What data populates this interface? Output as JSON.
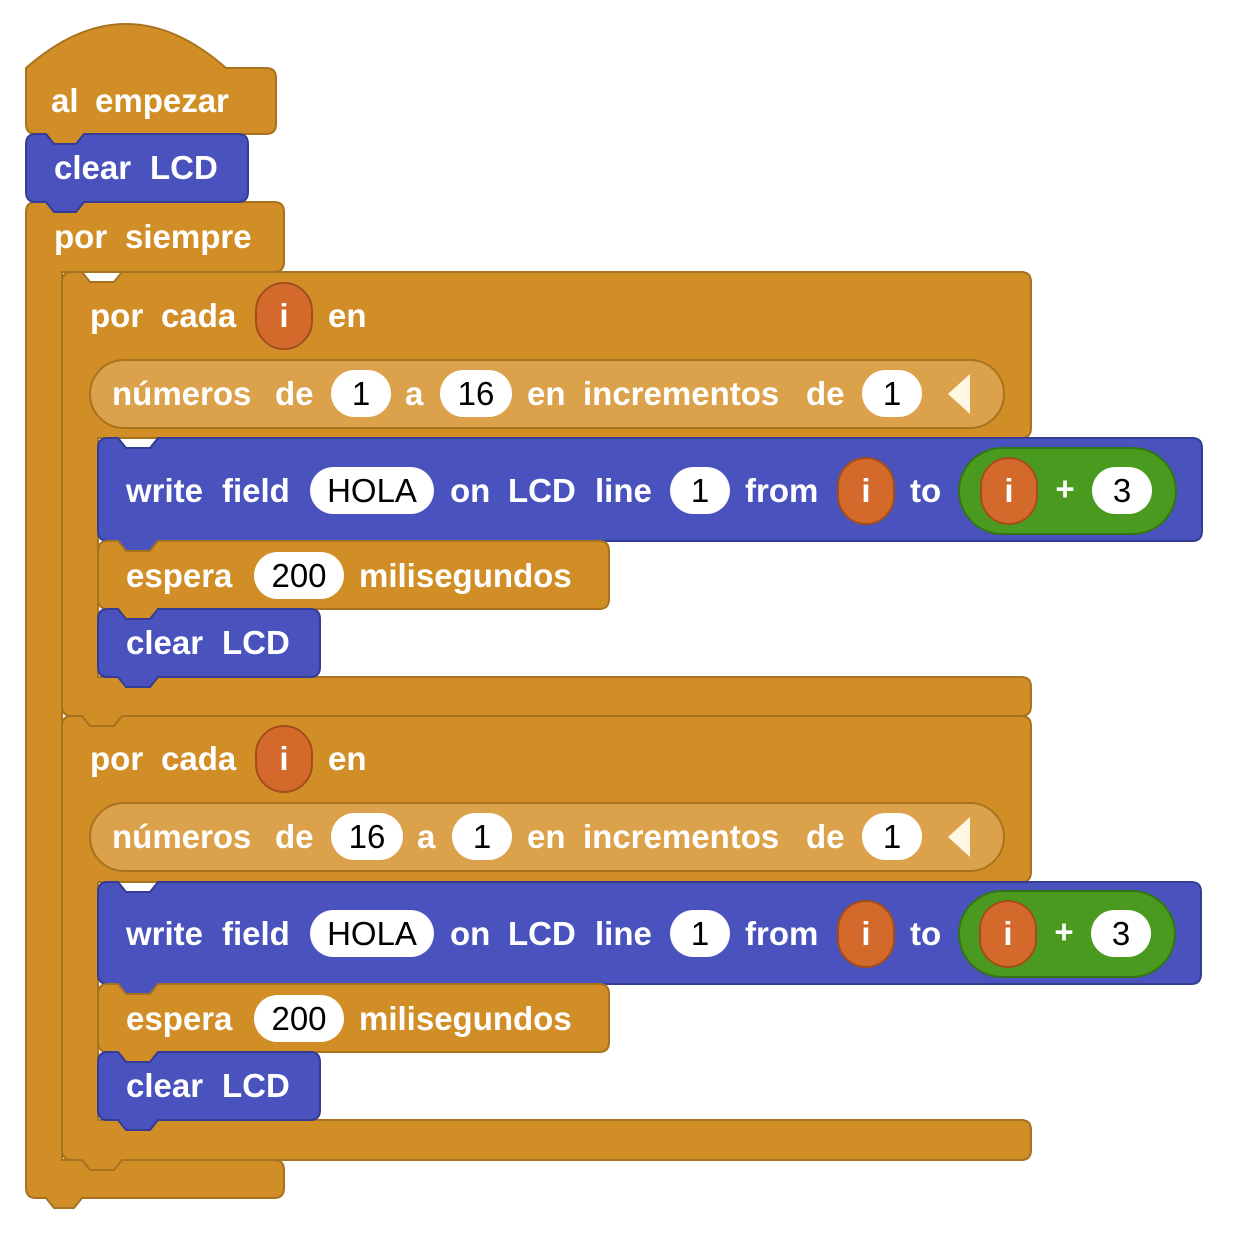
{
  "colors": {
    "event": "#d28e26",
    "event_border": "#a8731e",
    "lcd": "#4a52be",
    "lcd_border": "#353c94",
    "range": "#dca24b",
    "math": "#4a9a1f",
    "math_border": "#357414",
    "variable": "#d3692a"
  },
  "on_start": {
    "label_al": "al",
    "label_empezar": "empezar"
  },
  "clear_lcd_top": {
    "label_clear": "clear",
    "label_lcd": "LCD"
  },
  "forever": {
    "label_por": "por",
    "label_siempre": "siempre"
  },
  "loops": [
    {
      "label_por": "por",
      "label_cada": "cada",
      "var": "i",
      "label_en": "en",
      "range": {
        "label_numeros": "números",
        "label_de": "de",
        "from": "1",
        "label_a": "a",
        "to": "16",
        "label_en": "en",
        "label_incrementos": "incrementos",
        "label_de2": "de",
        "step": "1"
      },
      "write": {
        "label_write": "write",
        "label_field": "field",
        "text": "HOLA",
        "label_on": "on",
        "label_lcd": "LCD",
        "label_line": "line",
        "line": "1",
        "label_from": "from",
        "from_var": "i",
        "label_to": "to",
        "math_var": "i",
        "math_op": "+",
        "math_val": "3"
      },
      "wait": {
        "label_espera": "espera",
        "ms": "200",
        "label_milisegundos": "milisegundos"
      },
      "clear": {
        "label_clear": "clear",
        "label_lcd": "LCD"
      }
    },
    {
      "label_por": "por",
      "label_cada": "cada",
      "var": "i",
      "label_en": "en",
      "range": {
        "label_numeros": "números",
        "label_de": "de",
        "from": "16",
        "label_a": "a",
        "to": "1",
        "label_en": "en",
        "label_incrementos": "incrementos",
        "label_de2": "de",
        "step": "1"
      },
      "write": {
        "label_write": "write",
        "label_field": "field",
        "text": "HOLA",
        "label_on": "on",
        "label_lcd": "LCD",
        "label_line": "line",
        "line": "1",
        "label_from": "from",
        "from_var": "i",
        "label_to": "to",
        "math_var": "i",
        "math_op": "+",
        "math_val": "3"
      },
      "wait": {
        "label_espera": "espera",
        "ms": "200",
        "label_milisegundos": "milisegundos"
      },
      "clear": {
        "label_clear": "clear",
        "label_lcd": "LCD"
      }
    }
  ]
}
